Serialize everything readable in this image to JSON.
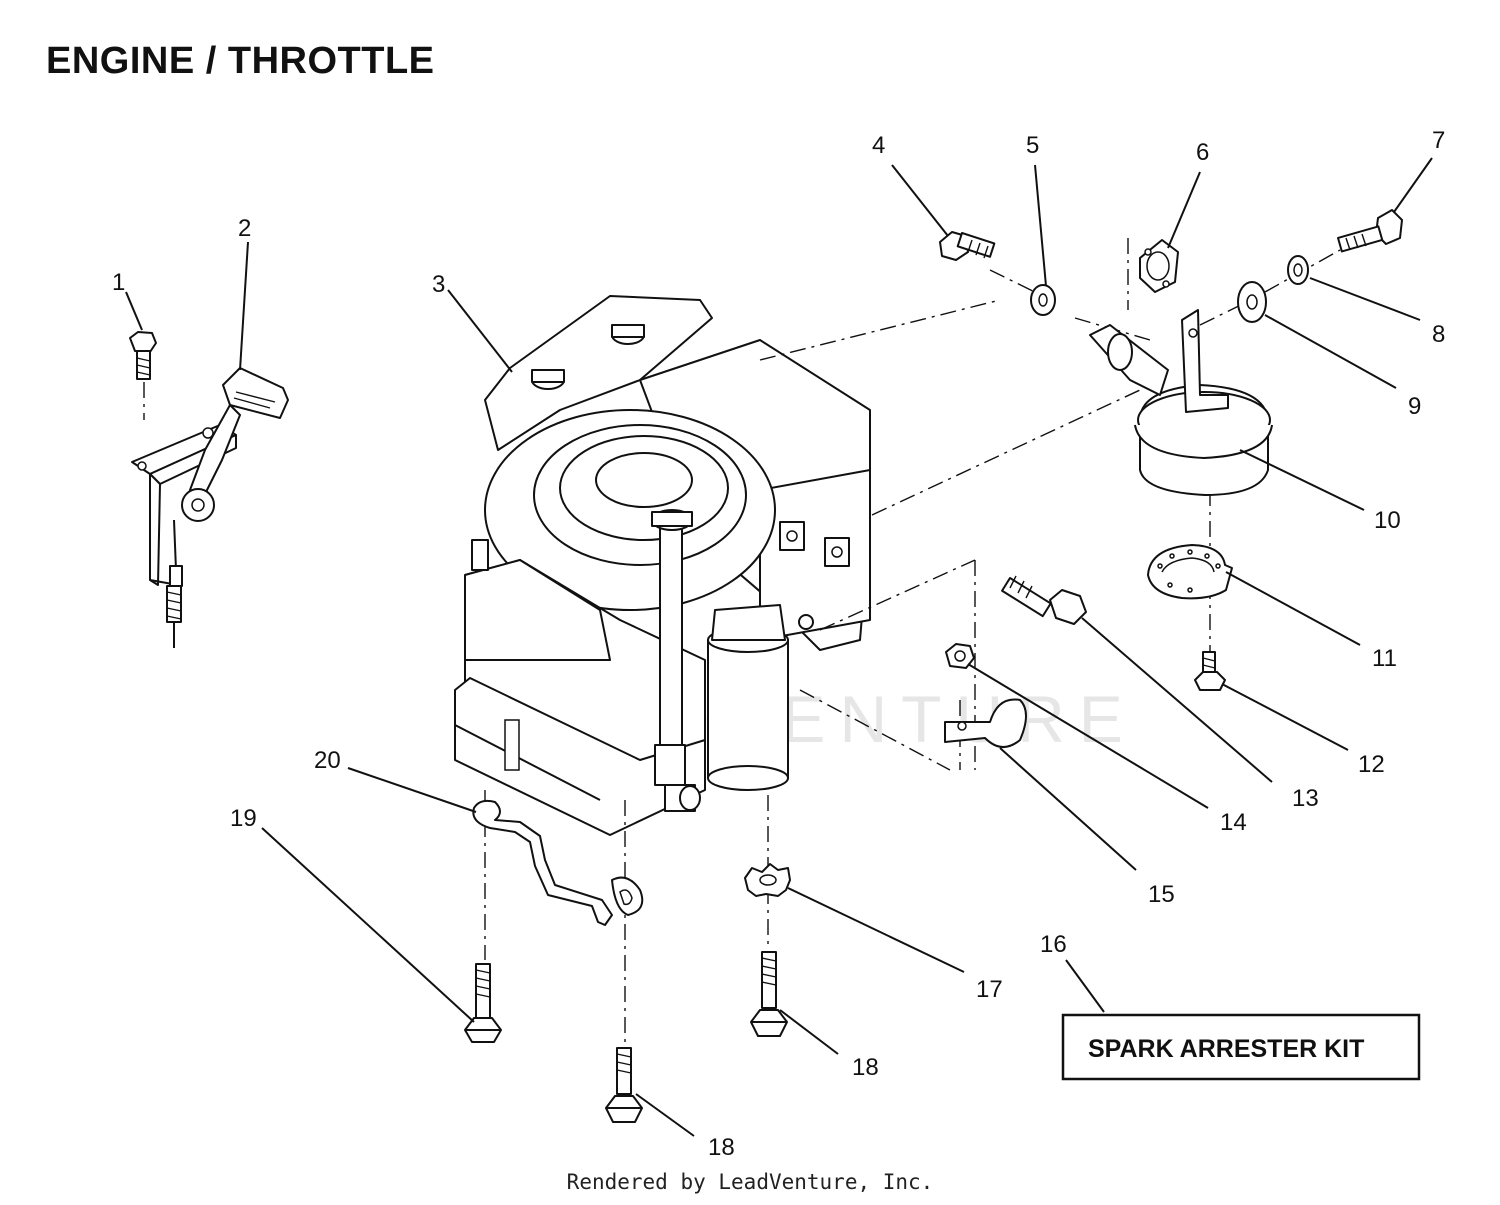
{
  "title": "ENGINE / THROTTLE",
  "watermark": "LEADVENTURE",
  "footer": "Rendered by LeadVenture, Inc.",
  "kit_box_label": "SPARK ARRESTER KIT",
  "callouts": [
    "1",
    "2",
    "3",
    "4",
    "5",
    "6",
    "7",
    "8",
    "9",
    "10",
    "11",
    "12",
    "13",
    "14",
    "15",
    "16",
    "17",
    "18",
    "18",
    "19",
    "20"
  ]
}
